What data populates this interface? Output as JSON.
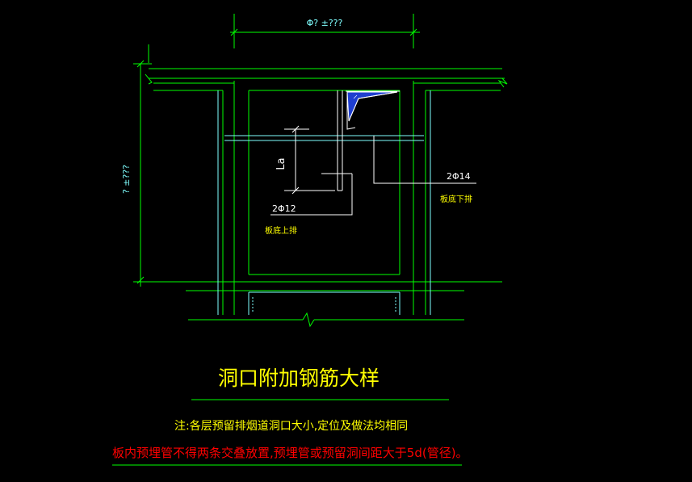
{
  "colors": {
    "background": "#000000",
    "green": "#00ff00",
    "cyan": "#7fffff",
    "white": "#ffffff",
    "yellow": "#ffff00",
    "red": "#ff0000",
    "blue_hatch": "#1f3fd0"
  },
  "dims": {
    "top_dimension": "Φ? ±???",
    "left_dimension": "? ±???"
  },
  "labels": {
    "la": "La",
    "bar_upper": "2Φ12",
    "bar_upper_note": "板底上排",
    "bar_lower": "2Φ14",
    "bar_lower_note": "板底下排"
  },
  "title": "洞口附加钢筋大样",
  "notes": {
    "line1": "注:各层预留排烟道洞口大小,定位及做法均相同",
    "line2": "板内预埋管不得两条交叠放置,预埋管或预留洞间距大于5d(管径)。"
  }
}
